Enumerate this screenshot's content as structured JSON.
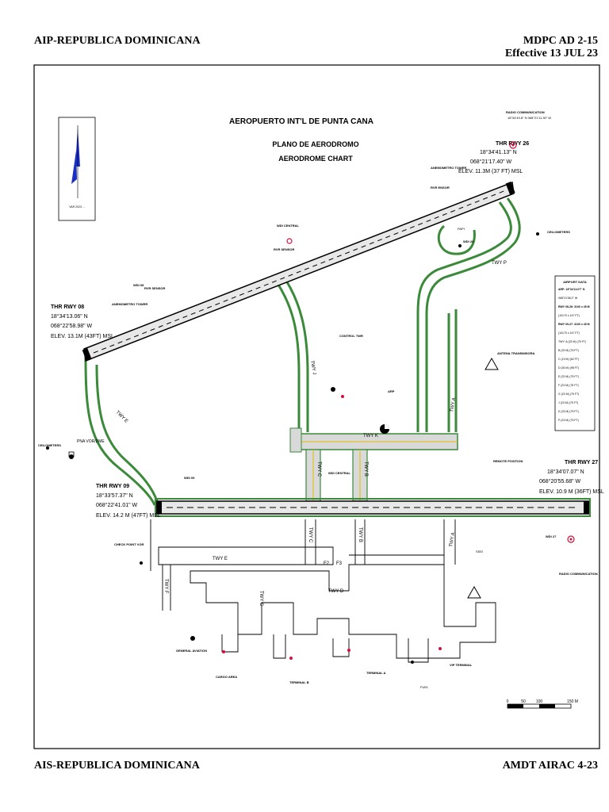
{
  "header": {
    "left": "AIP-REPUBLICA DOMINICANA",
    "right_line1": "MDPC AD 2-15",
    "right_line2": "Effective 13 JUL 23"
  },
  "footer": {
    "left": "AIS-REPUBLICA DOMINICANA",
    "right": "AMDT AIRAC 4-23"
  },
  "chart": {
    "title": "AEROPUERTO INT'L DE PUNTA CANA",
    "subtitle1": "PLANO DE AERODROMO",
    "subtitle2": "AERODROME CHART",
    "north_note": "VAR 2023 ...",
    "thr26": {
      "title": "THR RWY 26",
      "lat": "18°34'41.13\" N",
      "lon": "068°21'17.40\" W",
      "elev": "ELEV. 11.3M (37 FT) MSL"
    },
    "thr08": {
      "title": "THR RWY 08",
      "lat": "18°34'13.06\" N",
      "lon": "068°22'58.98\" W",
      "elev": "ELEV. 13.1M (43FT) MSL"
    },
    "thr09": {
      "title": "THR RWY 09",
      "lat": "18°33'57.37\" N",
      "lon": "068°22'41.01\" W",
      "elev": "ELEV. 14.2 M (47FT) MSL"
    },
    "thr27": {
      "title": "THR RWY 27",
      "lat": "18°34'07.07\" N",
      "lon": "068°20'55.68\" W",
      "elev": "ELEV. 10.9 M (36FT) MSL"
    },
    "labels": {
      "radio_comm": "RADIO COMMUNICATION",
      "radio_comm_coords": "18°34'49.8\" N 068°21'11.30\" W",
      "anemo_tower_top": "ANEMOMETRO TOWER",
      "rvr_top": "RVR ENSOR",
      "wdi_central_top": "WDI CENTRAL",
      "rvr_sensor": "RVR SENSOR",
      "wdi26": "WDI 26",
      "papi": "PAPI",
      "ceilometers_r": "CEILOMETERS",
      "ceilometers_l": "CEILOMETERS",
      "wdi08": "WDI 08",
      "rvr_sensor_l": "RVR SENSOR",
      "anemo_tower_l": "ANEMOMETRO TOWER",
      "control_twr": "CONTROL TWR",
      "arp": "ARP",
      "antena": "ANTENA TRANSMISORA",
      "pna_vor": "PNA VOR/DME",
      "wdi09": "WDI 09",
      "wdi_central": "WDI CENTRAL",
      "remote_position": "REMOTE POSITION",
      "wdi27": "WDI 27",
      "radio_comm2": "RADIO COMMUNICATION",
      "check_point": "CHECK POINT VOR",
      "ssei": "SSEI",
      "general_aviation": "GENERAL AVIATION",
      "cargo_area": "CARGO AREA",
      "terminal_b": "TERMINAL B",
      "terminal_a": "TERMINAL A",
      "vip_terminal": "VIP TERMINAL",
      "fuel_farm": "FUEL"
    },
    "taxiways": {
      "p": "TWY P",
      "j": "TWY J",
      "k": "TWY K",
      "a_upper": "TWY A",
      "e_upper": "TWY E",
      "c": "TWY C",
      "b": "TWY B",
      "e_lower": "TWY E",
      "f": "TWY F",
      "a_lower": "TWY A",
      "d": "TWY D",
      "b_lower": "TWY B",
      "c_lower": "TWY C",
      "g": "TWY G",
      "f2": "F2",
      "f3": "F3"
    },
    "airport_data": {
      "title": "AIRPORT DATA",
      "lines": [
        "ARP: 18°34'14.07\" N",
        "068°21'58.2\" W",
        "RWY 08-26: 3100 x 45 M",
        "(10170 x 147 FT)",
        "RWY 09-27: 3100 x 45 M",
        "(10170 x 147 FT)",
        "TWY: A (23 M) (75 FT)",
        "B (23 M) (75 FT)",
        "C (19 M) (62 FT)",
        "D (30 M) (98 FT)",
        "E (23 M) (75 FT)",
        "F (23 M) (75 FT)",
        "G (23 M) (75 FT)",
        "J (23 M) (75 FT)",
        "K (23 M) (75 FT)",
        "P (23 M) (75 FT)"
      ]
    },
    "scale": {
      "t0": "0",
      "t1": "50",
      "t2": "100",
      "t3": "150 M"
    }
  }
}
